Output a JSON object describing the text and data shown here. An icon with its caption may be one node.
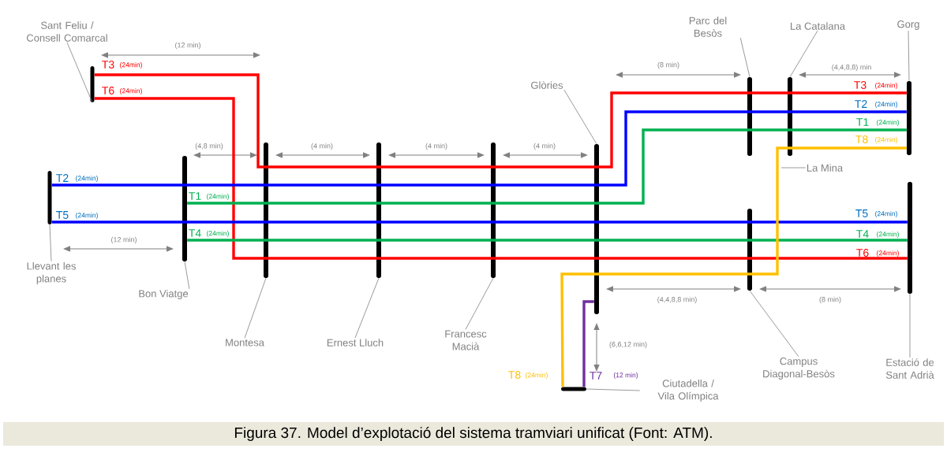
{
  "diagram": {
    "caption": "Figura 37. Model d’explotació del sistema tramviari unificat (Font: ATM).",
    "nodes": [
      {
        "text": [],
        "shape": "bar"
      },
      {
        "text": [],
        "shape": "bar"
      },
      {
        "text": [],
        "shape": "bar"
      },
      {
        "text": [],
        "shape": "bar"
      },
      {
        "text": [],
        "shape": "bar"
      },
      {
        "text": [],
        "shape": "bar"
      },
      {
        "text": [],
        "shape": "bar"
      },
      {
        "text": [],
        "shape": "bar"
      },
      {
        "text": [],
        "shape": "bar"
      },
      {
        "text": [],
        "shape": "bar"
      },
      {
        "text": [],
        "shape": "bar"
      },
      {
        "text": [],
        "shape": "bar"
      },
      {
        "text": [],
        "shape": "bar"
      },
      {
        "text": [
          "Sant Feliu / Consell Comarcal"
        ]
      },
      {
        "text": [
          "Llevant les planes"
        ]
      },
      {
        "text": [
          "Bon Viatge"
        ]
      },
      {
        "text": [
          "Montesa"
        ]
      },
      {
        "text": [
          "Ernest Lluch"
        ]
      },
      {
        "text": [
          "Francesc Macià"
        ]
      },
      {
        "text": [
          "Glòries"
        ]
      },
      {
        "text": [
          "Parc del Besòs"
        ]
      },
      {
        "text": [
          "La Catalana"
        ]
      },
      {
        "text": [
          "Gorg"
        ]
      },
      {
        "text": [
          "La Mina"
        ]
      },
      {
        "text": [
          "Campus Diagonal-Besòs"
        ]
      },
      {
        "text": [
          "Estació de Sant Adrià"
        ]
      },
      {
        "text": [
          "Ciutadella / Vila Olímpica"
        ]
      }
    ],
    "edges": [
      {
        "from": 0,
        "to": 9,
        "arrow": "none",
        "style": "thick",
        "color": "#ff0000"
      },
      {
        "from": 0,
        "to": 11,
        "arrow": "none",
        "style": "thick",
        "color": "#ff0000"
      },
      {
        "from": 1,
        "to": 9,
        "arrow": "none",
        "style": "thick",
        "color": "#0000ff"
      },
      {
        "from": 1,
        "to": 11,
        "arrow": "none",
        "style": "thick",
        "color": "#0000ff"
      },
      {
        "from": 2,
        "to": 9,
        "arrow": "none",
        "style": "thick",
        "color": "#00b050"
      },
      {
        "from": 2,
        "to": 11,
        "arrow": "none",
        "style": "thick",
        "color": "#00b050"
      },
      {
        "from": 9,
        "to": 12,
        "arrow": "none",
        "style": "thick",
        "color": "#ffc000"
      },
      {
        "from": 12,
        "to": 6,
        "arrow": "none",
        "style": "thick",
        "color": "#7030a0"
      },
      {
        "from": 13,
        "to": 0,
        "arrow": "none"
      },
      {
        "from": 14,
        "to": 1,
        "arrow": "none"
      },
      {
        "from": 15,
        "to": 2,
        "arrow": "none"
      },
      {
        "from": 16,
        "to": 3,
        "arrow": "none"
      },
      {
        "from": 17,
        "to": 4,
        "arrow": "none"
      },
      {
        "from": 18,
        "to": 5,
        "arrow": "none"
      },
      {
        "from": 19,
        "to": 6,
        "arrow": "none"
      },
      {
        "from": 20,
        "to": 7,
        "arrow": "none"
      },
      {
        "from": 21,
        "to": 8,
        "arrow": "none"
      },
      {
        "from": 22,
        "to": 9,
        "arrow": "none"
      },
      {
        "from": 23,
        "to": null,
        "arrow": "none"
      },
      {
        "from": 24,
        "to": 10,
        "arrow": "none"
      },
      {
        "from": 25,
        "to": 11,
        "arrow": "none"
      },
      {
        "from": 26,
        "to": 12,
        "arrow": "none"
      }
    ],
    "labels": [
      "(12 min)",
      "T3",
      "(24min)",
      "(8 min)",
      "(4,4,8,8) min",
      "T3",
      "(24min)",
      "T6",
      "(24min)",
      "T2",
      "(24min)",
      "T1",
      "(24min)",
      "T8",
      "(24min)",
      "(4,8 min)",
      "(4 min)",
      "(4 min)",
      "(4 min)",
      "T2",
      "(24min)",
      "T1",
      "(24min)",
      "T5",
      "(24min)",
      "T5",
      "(24min)",
      "T4",
      "(24min)",
      "T4",
      "(24min)",
      "(12 min)",
      "T6",
      "(24min)",
      "(4,4,8,8 min)",
      "(8 min)",
      "(6,6,12 min)",
      "T8",
      "(24min)",
      "T7",
      "(12 min)"
    ]
  }
}
